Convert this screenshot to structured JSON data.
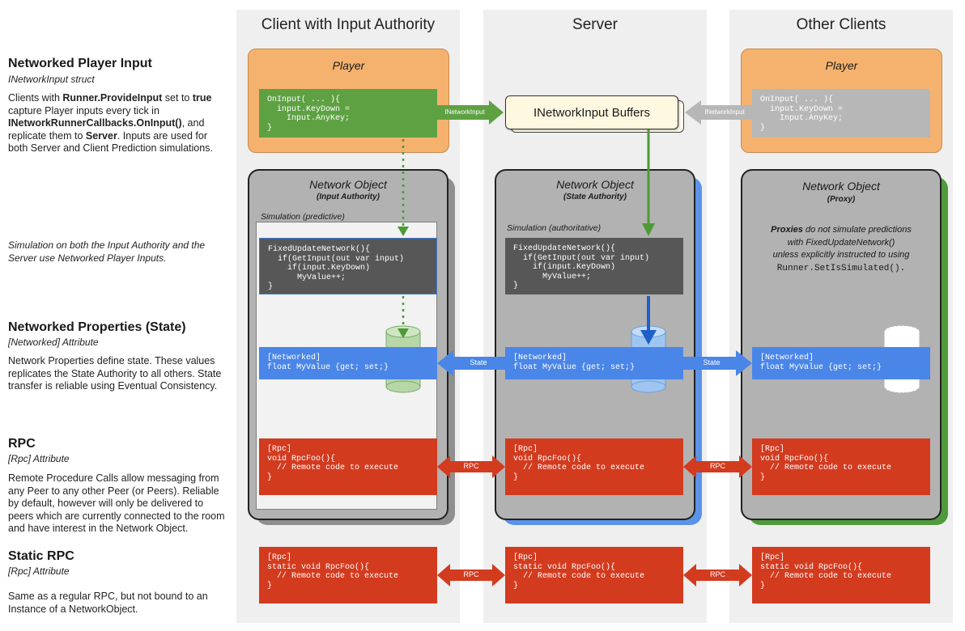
{
  "columns": {
    "client": "Client with Input Authority",
    "server": "Server",
    "others": "Other Clients"
  },
  "left": {
    "input": {
      "heading": "Networked Player Input",
      "subheading": "INetworkInput struct",
      "body_1": "Clients with ",
      "body_1b": "Runner.ProvideInput",
      "body_1c": " set to ",
      "body_1d": "true",
      "body_2": "capture Player inputs every tick in",
      "body_3": "INetworkRunnerCallbacks.OnInput()",
      "body_3b": ", and",
      "body_4": "replicate them to ",
      "body_4b": "Server",
      "body_4c": ". Inputs are used for",
      "body_5": "both Server and Client Prediction simulations."
    },
    "sim_note": "Simulation on both the Input Authority and the Server use Networked Player Inputs.",
    "props": {
      "heading": "Networked Properties (State)",
      "subheading": "[Networked] Attribute",
      "body": "Network Properties define state. These values replicates the State Authority to all others. State transfer is reliable using Eventual Consistency."
    },
    "rpc": {
      "heading": "RPC",
      "subheading": "[Rpc] Attribute",
      "body": "Remote Procedure Calls allow messaging from any Peer to any other Peer (or Peers). Reliable by default, however will only be delivered to peers which are currently connected to the room and have interest in  the Network Object."
    },
    "static_rpc": {
      "heading": "Static RPC",
      "subheading": "[Rpc] Attribute",
      "body": "Same as a regular RPC, but not bound to an Instance of a NetworkObject."
    }
  },
  "player": {
    "label": "Player",
    "code": "OnInput( ... ){\n  input.KeyDown =\n    Input.AnyKey;\n}"
  },
  "buffers": {
    "label": "INetworkInput Buffers",
    "arrow_in_left": "INetworkInput",
    "arrow_in_right": "INetworkInput"
  },
  "netobj": {
    "title": "Network Object",
    "client_sub": "(Input Authority)",
    "server_sub": "(State Authority)",
    "proxy_sub": "(Proxy)",
    "client_sim": "Simulation (predictive)",
    "server_sim": "Simulation (authoritative)",
    "proxy_note_b": "Proxies",
    "proxy_note_1": " do not simulate predictions",
    "proxy_note_2": "with FixedUpdateNetwork()",
    "proxy_note_3": "unless explicitly instructed to using",
    "proxy_note_4": "Runner.SetIsSimulated()."
  },
  "code": {
    "fun": "FixedUpdateNetwork(){\n  if(GetInput(out var input)\n    if(input.KeyDown)\n      MyValue++;\n}",
    "networked": "[Networked]\nfloat MyValue {get; set;}",
    "rpc": "[Rpc]\nvoid RpcFoo(){\n  // Remote code to execute\n}",
    "static_rpc": "[Rpc]\nstatic void RpcFoo(){\n  // Remote code to execute\n}"
  },
  "arrows": {
    "state": "State",
    "rpc": "RPC"
  },
  "colors": {
    "orange": "#f4b26e",
    "green": "#5ea143",
    "blue": "#4a86e8",
    "red": "#d33b1f",
    "dark": "#575757",
    "panel": "#efefef"
  }
}
